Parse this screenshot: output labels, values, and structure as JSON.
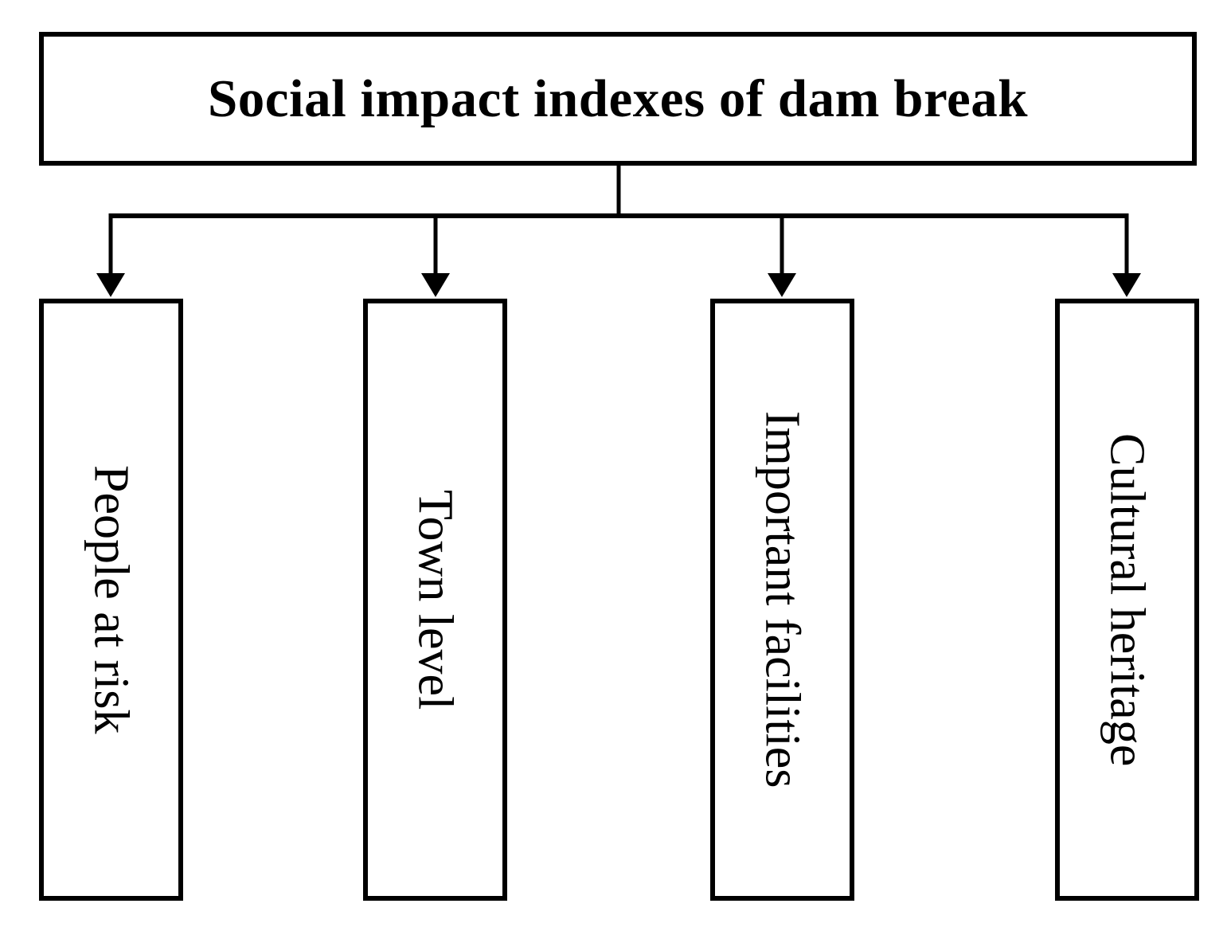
{
  "diagram": {
    "title": "Social impact indexes of dam break",
    "children": [
      {
        "label": "People at risk"
      },
      {
        "label": "Town level"
      },
      {
        "label": "Important facilities"
      },
      {
        "label": "Cultural heritage"
      }
    ],
    "colors": {
      "line": "#000000",
      "text": "#000000",
      "box_fill": "#ffffff",
      "background": "#ffffff"
    }
  }
}
